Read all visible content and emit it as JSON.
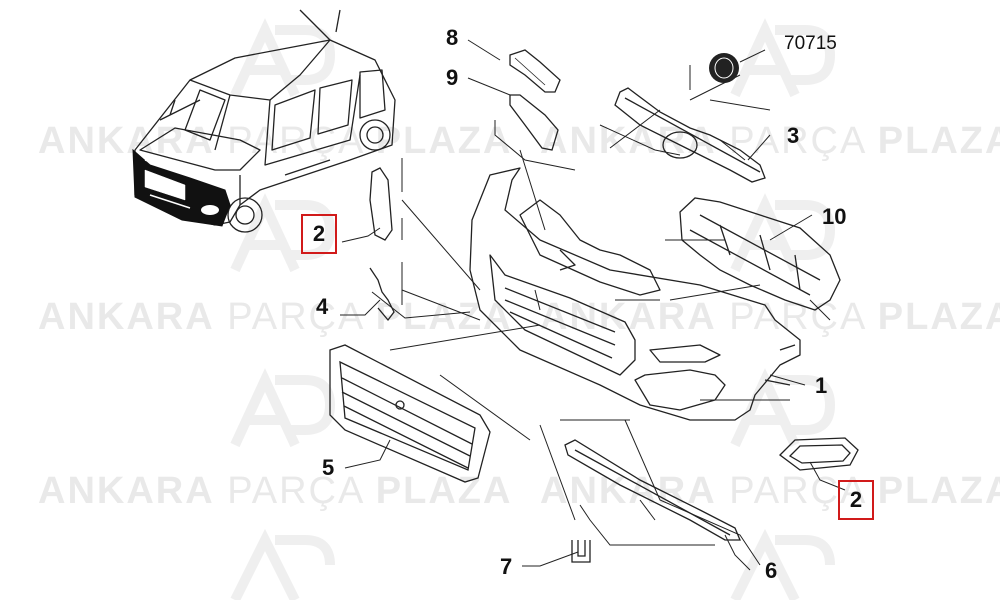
{
  "watermark": {
    "word1": "ANKARA",
    "word2": "PARÇA",
    "word3": "PLAZA",
    "logo": "AP"
  },
  "callouts": {
    "c1": "1",
    "c2a": "2",
    "c2b": "2",
    "c3": "3",
    "c4": "4",
    "c5": "5",
    "c6": "6",
    "c7": "7",
    "c8": "8",
    "c9": "9",
    "c10": "10",
    "emblem_code": "70715"
  },
  "colors": {
    "line": "#222222",
    "highlight": "#d11a1a",
    "watermark": "#e9e9e9"
  }
}
